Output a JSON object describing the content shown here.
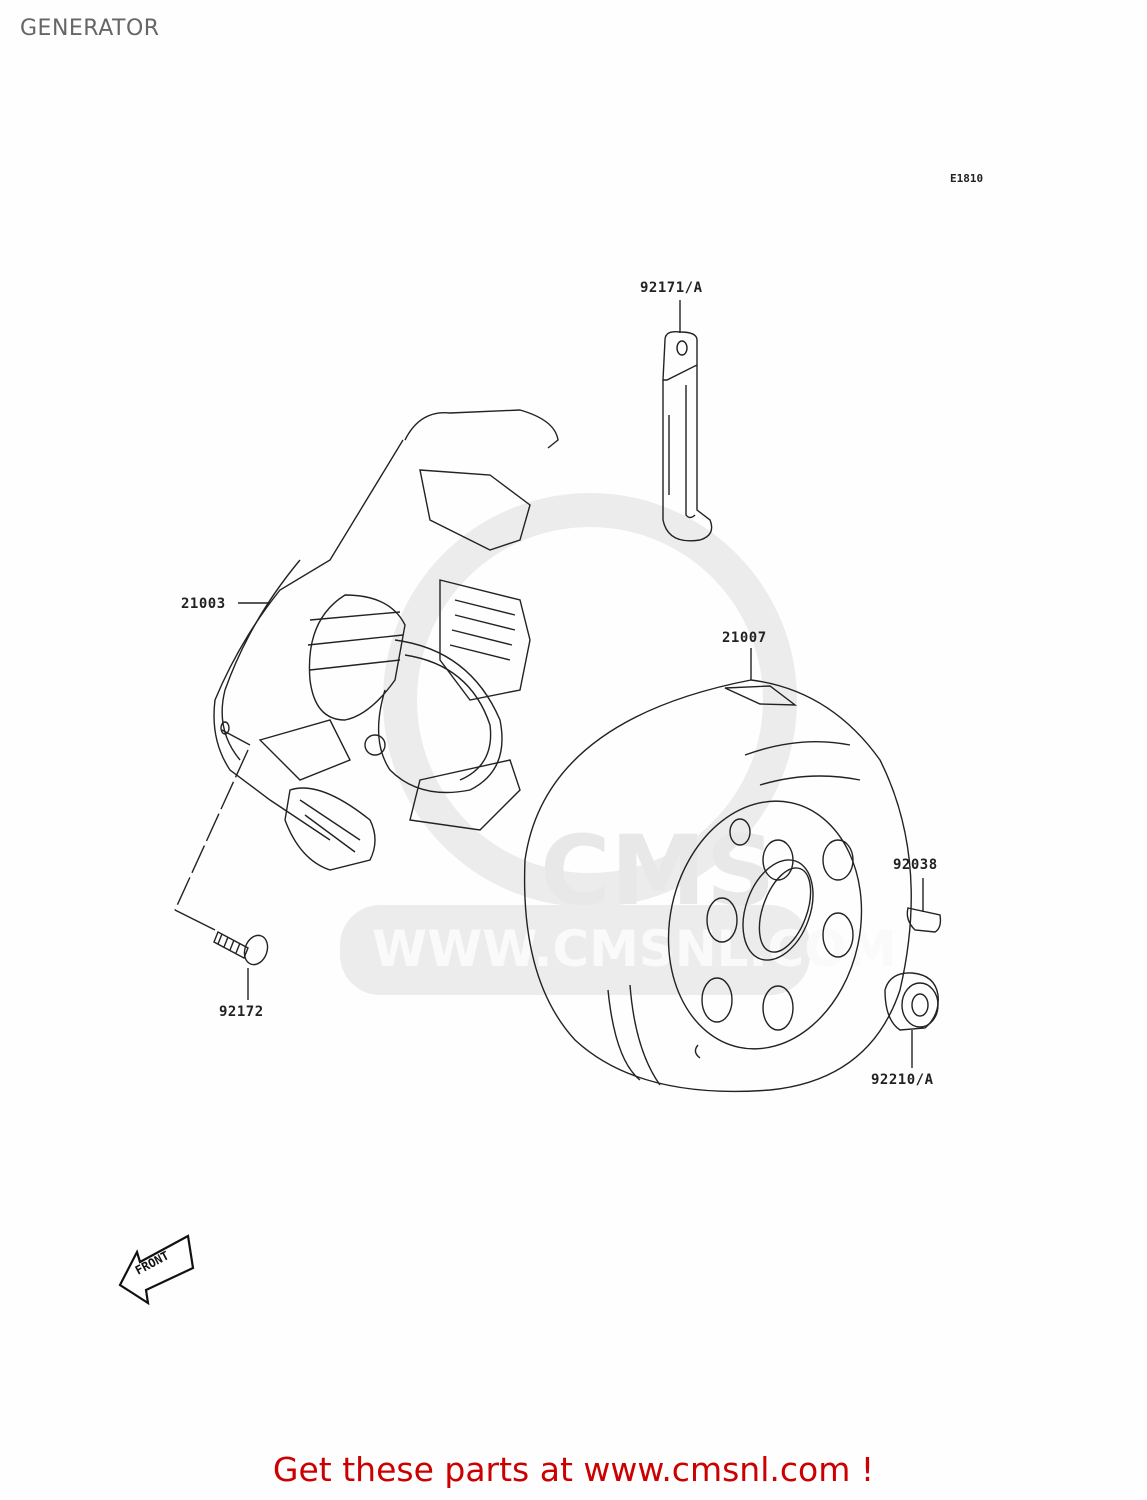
{
  "page": {
    "title": "GENERATOR",
    "diagram_code": "E1810"
  },
  "callouts": [
    {
      "id": "92171/A",
      "label": "92171/A"
    },
    {
      "id": "21003",
      "label": "21003"
    },
    {
      "id": "21007",
      "label": "21007"
    },
    {
      "id": "92038",
      "label": "92038"
    },
    {
      "id": "92172",
      "label": "92172"
    },
    {
      "id": "92210/A",
      "label": "92210/A"
    }
  ],
  "orientation": {
    "arrow_label": "FRONT"
  },
  "watermark": {
    "logo_text": "CMS",
    "url_text": "WWW.CMSNL.COM"
  },
  "footer": {
    "text": "Get these parts at www.cmsnl.com !",
    "color": "#cc0000"
  }
}
